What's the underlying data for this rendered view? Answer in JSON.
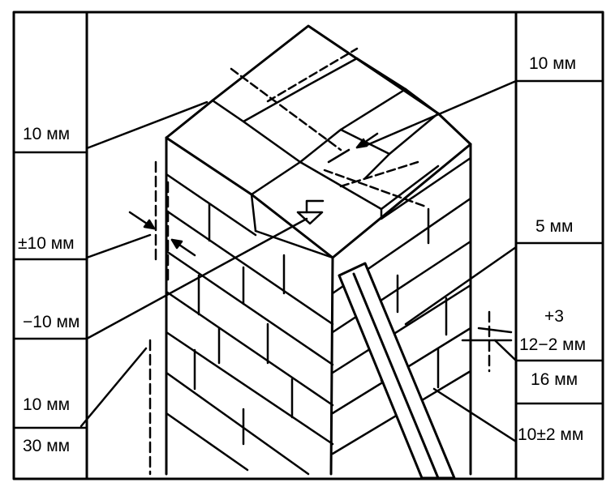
{
  "left_labels": {
    "l1": "10 мм",
    "l2": "±10 мм",
    "l3": "−10 мм",
    "l4": "10 мм",
    "l5": "30 мм"
  },
  "right_labels": {
    "r1": "10 мм",
    "r2": "5 мм",
    "r3a": "+3",
    "r3b": "12−2 мм",
    "r4": "16 мм",
    "r5": "10±2 мм"
  },
  "colors": {
    "ink": "#000000",
    "paper": "#ffffff"
  }
}
